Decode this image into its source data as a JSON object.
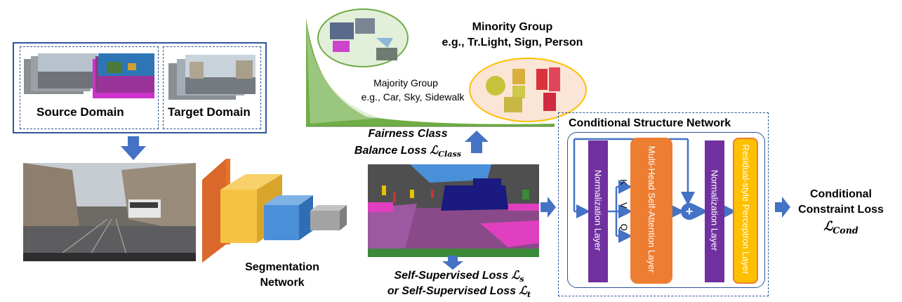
{
  "domains": {
    "source_label": "Source Domain",
    "target_label": "Target Domain"
  },
  "segmentation": {
    "label_line1": "Segmentation",
    "label_line2": "Network"
  },
  "distribution": {
    "minority_title": "Minority  Group",
    "minority_examples": "e.g., Tr.Light, Sign, Person",
    "majority_title": "Majority Group",
    "majority_examples": "e.g., Car, Sky, Sidewalk"
  },
  "fairness_loss": {
    "line1": "Fairness Class",
    "line2_prefix": "Balance Loss ",
    "symbol": "ℒ",
    "subscript": "Class"
  },
  "self_supervised": {
    "line1_prefix": "Self-Supervised Loss ",
    "line1_symbol": "ℒ",
    "line1_sub": "s",
    "line2_prefix": "or Self-Supervised Loss ",
    "line2_symbol": "ℒ",
    "line2_sub": "t"
  },
  "csn": {
    "title": "Conditional Structure Network",
    "norm1": "Normalization Layer",
    "attention": "Multi-Head Self-Attention Layer",
    "norm2": "Normalization Layer",
    "perceptron": "Residual-style Perceptron Layer",
    "k": "K",
    "v": "V",
    "q": "Q",
    "plus": "+"
  },
  "output": {
    "line1": "Conditional",
    "line2": "Constraint Loss",
    "symbol": "ℒ",
    "subscript": "Cond"
  },
  "colors": {
    "frame_blue": "#2f5597",
    "arrow_blue": "#4472c4",
    "purple": "#7030a0",
    "orange": "#ed7d31",
    "yellow": "#ffc000",
    "green_curve": "#70ad47",
    "seg_orange": "#e8742a",
    "seg_yellow": "#f5c242",
    "seg_blue": "#4a90d9",
    "seg_gray": "#9a9a9a"
  }
}
